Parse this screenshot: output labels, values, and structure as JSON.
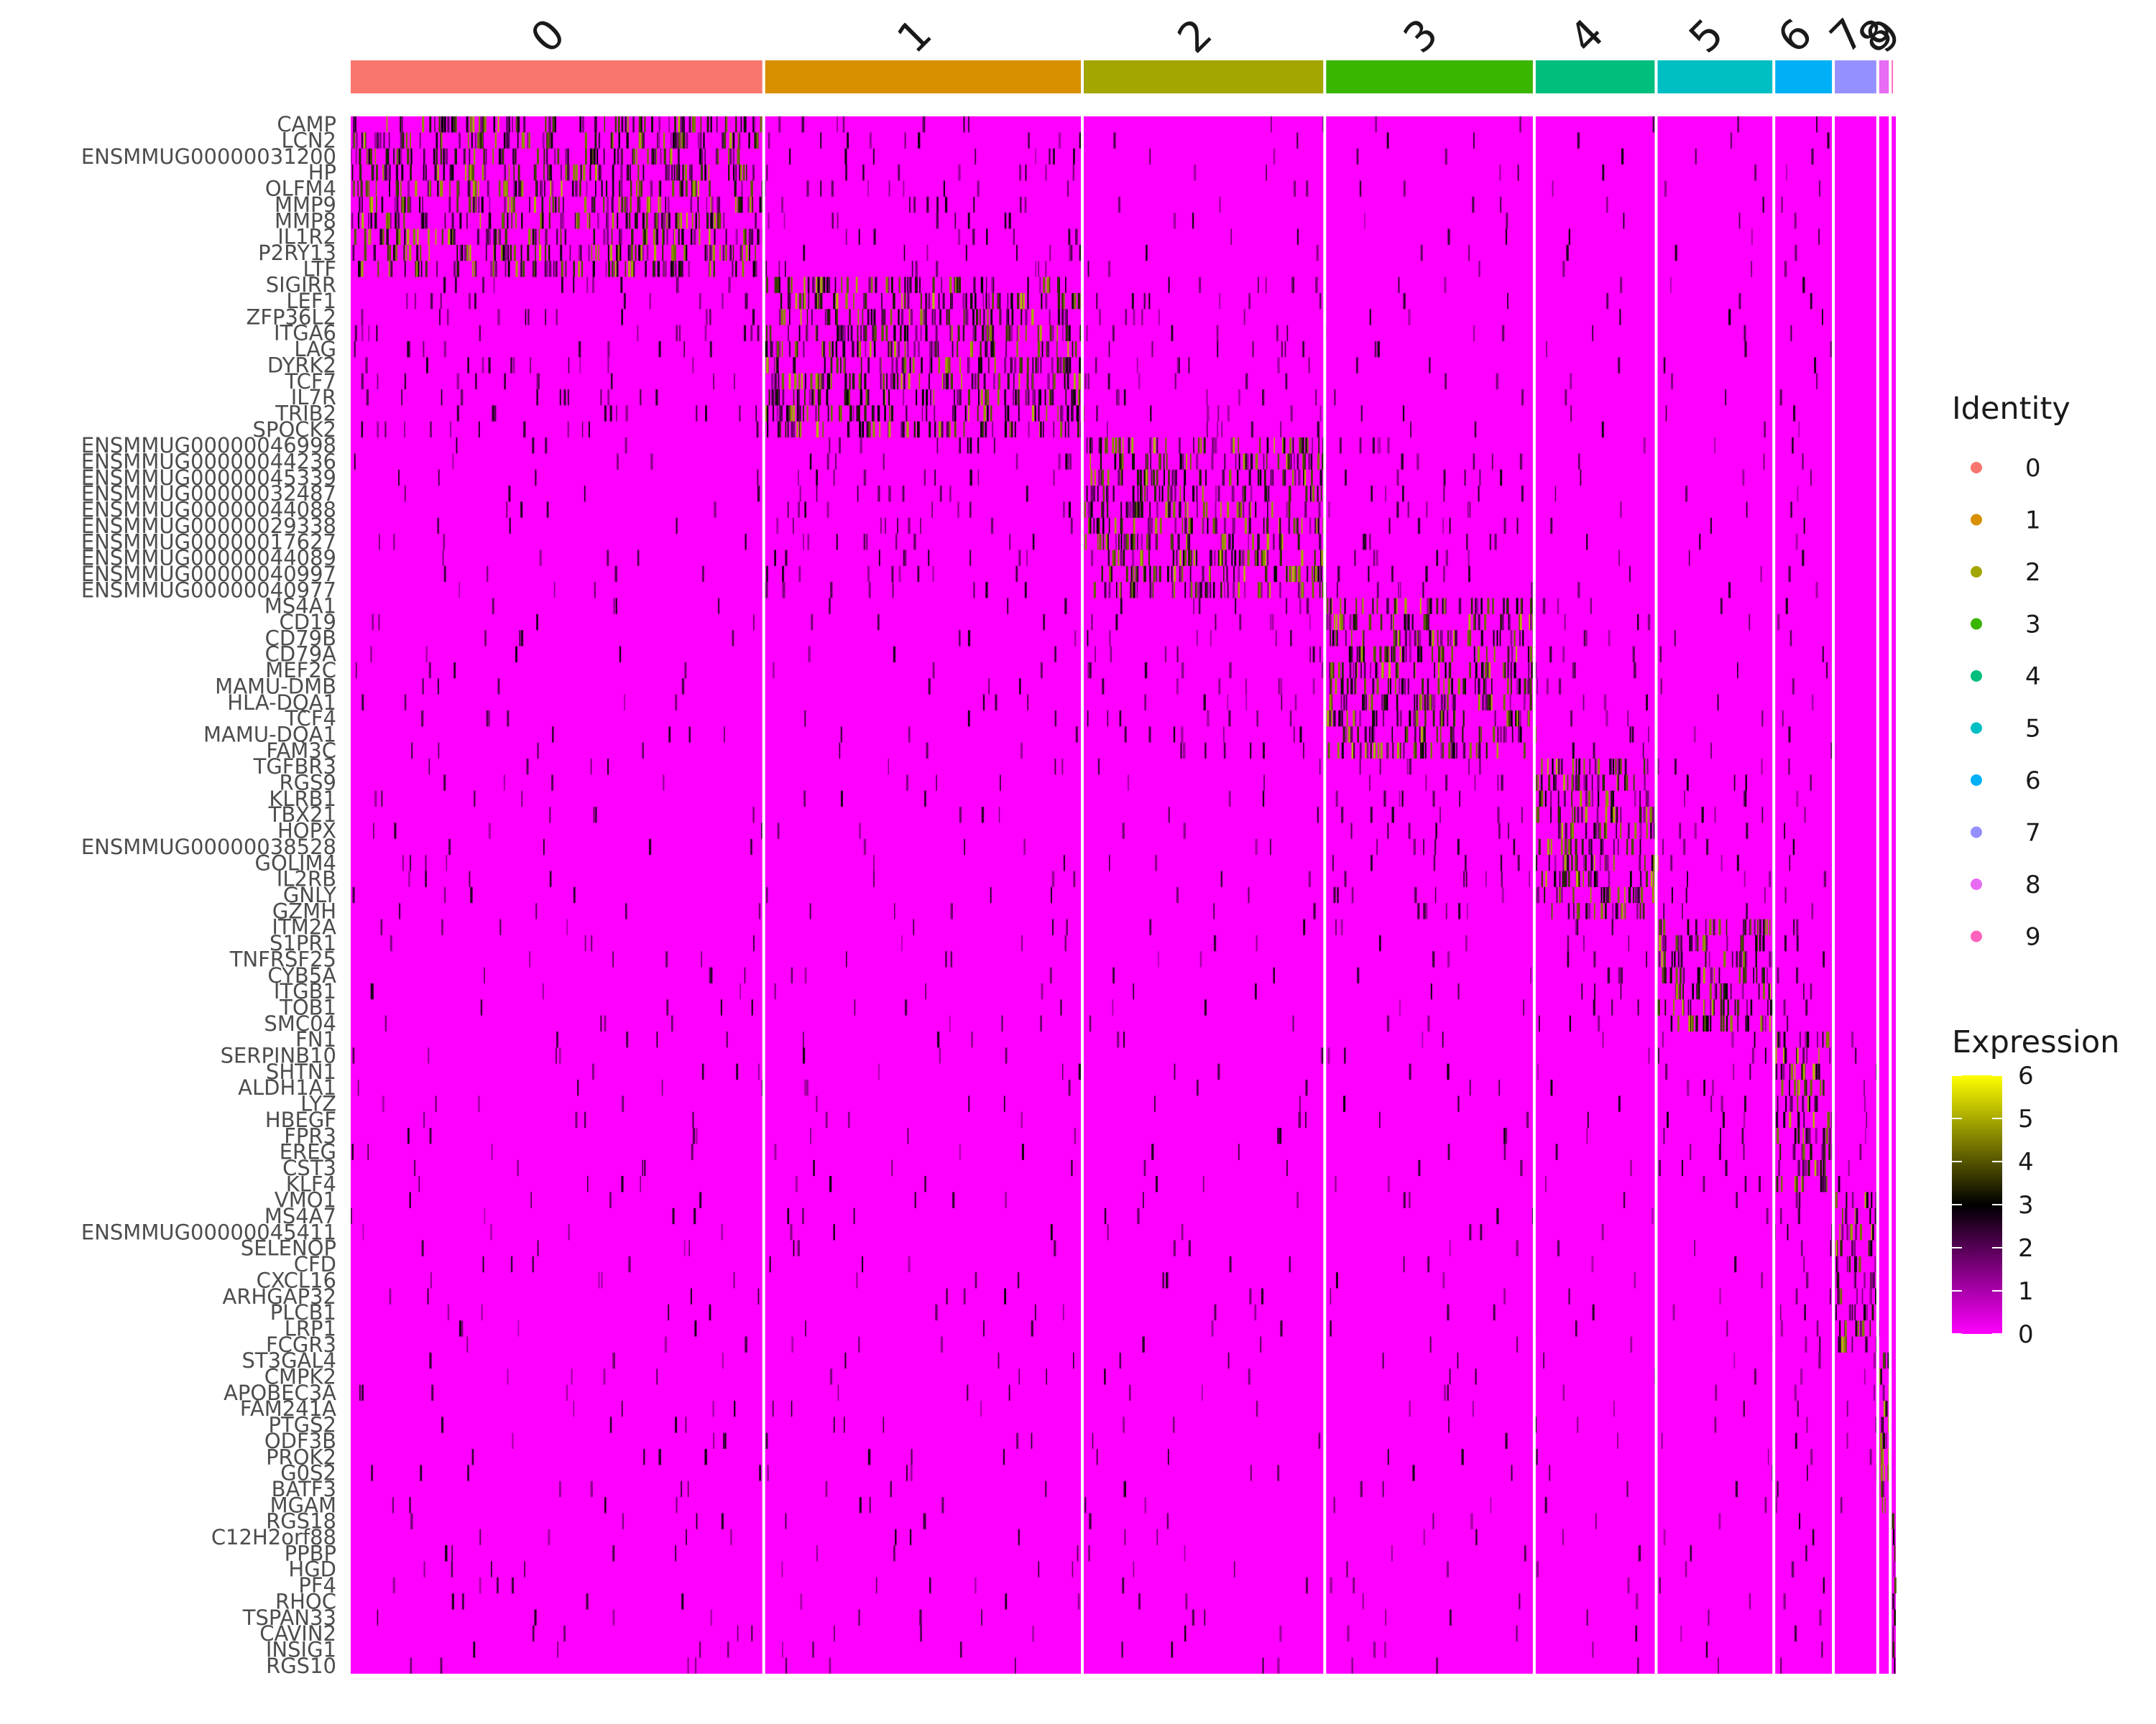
{
  "chart_data": {
    "type": "heatmap",
    "clusters": [
      {
        "label": "0",
        "color": "#F8766D",
        "share": 0.2684
      },
      {
        "label": "1",
        "color": "#D89000",
        "share": 0.2063
      },
      {
        "label": "2",
        "color": "#A3A500",
        "share": 0.157
      },
      {
        "label": "3",
        "color": "#39B600",
        "share": 0.1357
      },
      {
        "label": "4",
        "color": "#00BF7D",
        "share": 0.0789
      },
      {
        "label": "5",
        "color": "#00BFC4",
        "share": 0.0762
      },
      {
        "label": "6",
        "color": "#00B0F6",
        "share": 0.0386
      },
      {
        "label": "7",
        "color": "#9590FF",
        "share": 0.0287
      },
      {
        "label": "8",
        "color": "#E76BF3",
        "share": 0.0081
      },
      {
        "label": "9",
        "color": "#FF62BC",
        "share": 0.0027
      }
    ],
    "genes": [
      {
        "name": "CAMP",
        "cluster": "0"
      },
      {
        "name": "LCN2",
        "cluster": "0"
      },
      {
        "name": "ENSMMUG00000031200",
        "cluster": "0"
      },
      {
        "name": "HP",
        "cluster": "0"
      },
      {
        "name": "OLFM4",
        "cluster": "0"
      },
      {
        "name": "MMP9",
        "cluster": "0"
      },
      {
        "name": "MMP8",
        "cluster": "0"
      },
      {
        "name": "IL1R2",
        "cluster": "0"
      },
      {
        "name": "P2RY13",
        "cluster": "0"
      },
      {
        "name": "LTF",
        "cluster": "0"
      },
      {
        "name": "SIGIRR",
        "cluster": "1"
      },
      {
        "name": "LEF1",
        "cluster": "1"
      },
      {
        "name": "ZFP36L2",
        "cluster": "1"
      },
      {
        "name": "ITGA6",
        "cluster": "1"
      },
      {
        "name": "LAG",
        "cluster": "1"
      },
      {
        "name": "DYRK2",
        "cluster": "1"
      },
      {
        "name": "TCF7",
        "cluster": "1"
      },
      {
        "name": "IL7R",
        "cluster": "1"
      },
      {
        "name": "TRIB2",
        "cluster": "1"
      },
      {
        "name": "SPOCK2",
        "cluster": "1"
      },
      {
        "name": "ENSMMUG00000046998",
        "cluster": "2"
      },
      {
        "name": "ENSMMUG00000044236",
        "cluster": "2"
      },
      {
        "name": "ENSMMUG00000045339",
        "cluster": "2"
      },
      {
        "name": "ENSMMUG00000032487",
        "cluster": "2"
      },
      {
        "name": "ENSMMUG00000044088",
        "cluster": "2"
      },
      {
        "name": "ENSMMUG00000029338",
        "cluster": "2"
      },
      {
        "name": "ENSMMUG00000017627",
        "cluster": "2"
      },
      {
        "name": "ENSMMUG00000044089",
        "cluster": "2"
      },
      {
        "name": "ENSMMUG00000040997",
        "cluster": "2"
      },
      {
        "name": "ENSMMUG00000040977",
        "cluster": "2"
      },
      {
        "name": "MS4A1",
        "cluster": "3"
      },
      {
        "name": "CD19",
        "cluster": "3"
      },
      {
        "name": "CD79B",
        "cluster": "3"
      },
      {
        "name": "CD79A",
        "cluster": "3"
      },
      {
        "name": "MEF2C",
        "cluster": "3"
      },
      {
        "name": "MAMU-DMB",
        "cluster": "3"
      },
      {
        "name": "HLA-DQA1",
        "cluster": "3"
      },
      {
        "name": "TCF4",
        "cluster": "3"
      },
      {
        "name": "MAMU-DQA1",
        "cluster": "3"
      },
      {
        "name": "FAM3C",
        "cluster": "3"
      },
      {
        "name": "TGFBR3",
        "cluster": "4"
      },
      {
        "name": "RGS9",
        "cluster": "4"
      },
      {
        "name": "KLRB1",
        "cluster": "4"
      },
      {
        "name": "TBX21",
        "cluster": "4"
      },
      {
        "name": "HOPX",
        "cluster": "4"
      },
      {
        "name": "ENSMMUG00000038528",
        "cluster": "4"
      },
      {
        "name": "GOLIM4",
        "cluster": "4"
      },
      {
        "name": "IL2RB",
        "cluster": "4"
      },
      {
        "name": "GNLY",
        "cluster": "4"
      },
      {
        "name": "GZMH",
        "cluster": "4"
      },
      {
        "name": "ITM2A",
        "cluster": "5"
      },
      {
        "name": "S1PR1",
        "cluster": "5"
      },
      {
        "name": "TNFRSF25",
        "cluster": "5"
      },
      {
        "name": "CYB5A",
        "cluster": "5"
      },
      {
        "name": "ITGB1",
        "cluster": "5"
      },
      {
        "name": "TOB1",
        "cluster": "5"
      },
      {
        "name": "SMC04",
        "cluster": "5"
      },
      {
        "name": "FN1",
        "cluster": "6"
      },
      {
        "name": "SERPINB10",
        "cluster": "6"
      },
      {
        "name": "SHTN1",
        "cluster": "6"
      },
      {
        "name": "ALDH1A1",
        "cluster": "6"
      },
      {
        "name": "LYZ",
        "cluster": "6"
      },
      {
        "name": "HBEGF",
        "cluster": "6"
      },
      {
        "name": "FPR3",
        "cluster": "6"
      },
      {
        "name": "EREG",
        "cluster": "6"
      },
      {
        "name": "CST3",
        "cluster": "6"
      },
      {
        "name": "KLF4",
        "cluster": "6"
      },
      {
        "name": "VMO1",
        "cluster": "7"
      },
      {
        "name": "MS4A7",
        "cluster": "7"
      },
      {
        "name": "ENSMMUG00000045411",
        "cluster": "7"
      },
      {
        "name": "SELENOP",
        "cluster": "7"
      },
      {
        "name": "CFD",
        "cluster": "7"
      },
      {
        "name": "CXCL16",
        "cluster": "7"
      },
      {
        "name": "ARHGAP32",
        "cluster": "7"
      },
      {
        "name": "PLCB1",
        "cluster": "7"
      },
      {
        "name": "LRP1",
        "cluster": "7"
      },
      {
        "name": "FCGR3",
        "cluster": "7"
      },
      {
        "name": "ST3GAL4",
        "cluster": "8"
      },
      {
        "name": "CMPK2",
        "cluster": "8"
      },
      {
        "name": "APOBEC3A",
        "cluster": "8"
      },
      {
        "name": "FAM241A",
        "cluster": "8"
      },
      {
        "name": "PTGS2",
        "cluster": "8"
      },
      {
        "name": "ODF3B",
        "cluster": "8"
      },
      {
        "name": "PROK2",
        "cluster": "8"
      },
      {
        "name": "G0S2",
        "cluster": "8"
      },
      {
        "name": "BATF3",
        "cluster": "8"
      },
      {
        "name": "MGAM",
        "cluster": "8"
      },
      {
        "name": "RGS18",
        "cluster": "9"
      },
      {
        "name": "C12H2orf88",
        "cluster": "9"
      },
      {
        "name": "PPBP",
        "cluster": "9"
      },
      {
        "name": "HGD",
        "cluster": "9"
      },
      {
        "name": "PF4",
        "cluster": "9"
      },
      {
        "name": "RHOC",
        "cluster": "9"
      },
      {
        "name": "TSPAN33",
        "cluster": "9"
      },
      {
        "name": "CAVIN2",
        "cluster": "9"
      },
      {
        "name": "INSIG1",
        "cluster": "9"
      },
      {
        "name": "RGS10",
        "cluster": "9"
      }
    ],
    "expression_scale": {
      "title": "Expression",
      "min": 0,
      "max": 6,
      "ticks": [
        0,
        1,
        2,
        3,
        4,
        5,
        6
      ],
      "low_color": "#FF00FF",
      "mid_color": "#000000",
      "high_color": "#FFFF00",
      "mid_value": 3
    },
    "identity_legend_title": "Identity",
    "grid": false,
    "legend_position": "right"
  }
}
